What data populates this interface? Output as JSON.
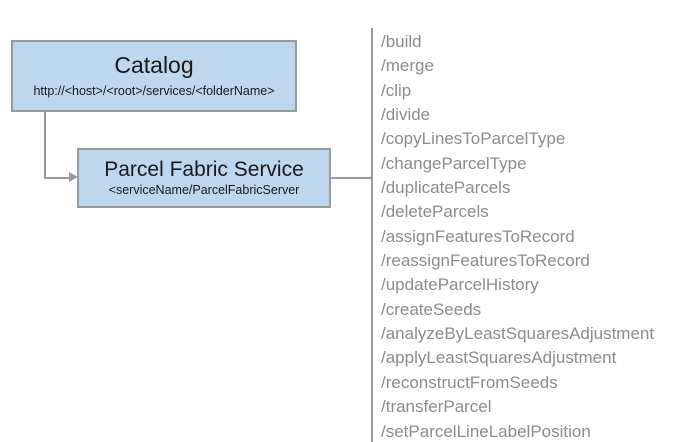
{
  "diagram": {
    "nodes": {
      "catalog": {
        "title": "Catalog",
        "subtitle": "http://<host>/<root>/services/<folderName>"
      },
      "service": {
        "title": "Parcel Fabric Service",
        "subtitle": "<serviceName/ParcelFabricServer"
      }
    },
    "operations": [
      "/build",
      "/merge",
      "/clip",
      "/divide",
      "/copyLinesToParcelType",
      "/changeParcelType",
      "/duplicateParcels",
      "/deleteParcels",
      "/assignFeaturesToRecord",
      "/reassignFeaturesToRecord",
      "/updateParcelHistory",
      "/createSeeds",
      "/analyzeByLeastSquaresAdjustment",
      "/applyLeastSquaresAdjustment",
      "/reconstructFromSeeds",
      "/transferParcel",
      "/setParcelLineLabelPosition"
    ],
    "colors": {
      "node_fill": "#bdd7ee",
      "node_border": "#9a9a9a",
      "connector": "#9a9a9a",
      "operation_text": "#8c8c8c",
      "node_text": "#1a1a1a",
      "background": "#ffffff"
    }
  }
}
